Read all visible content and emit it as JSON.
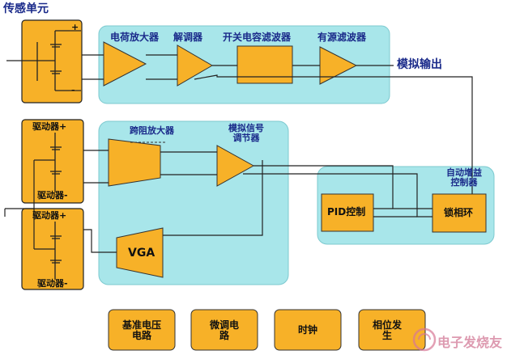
{
  "labels": {
    "sensing_unit": "传感单元",
    "charge_amp": "电荷放大器",
    "demodulator": "解调器",
    "switched_cap_filter": "开关电容滤波器",
    "active_filter": "有源滤波器",
    "analog_output": "模拟输出",
    "transimpedance_amp": "跨阻放大器",
    "analog_conditioner": "模拟信号\n调节器",
    "agc": "自动增益\n控制器",
    "pid": "PID控制",
    "pll": "锁相环",
    "vga": "VGA",
    "driver1_plus": "驱动器+",
    "driver1_minus": "驱动器-",
    "driver2_plus": "驱动器+",
    "driver2_minus": "驱动器-",
    "sense_plus": "+",
    "sense_minus": "-"
  },
  "bottom_blocks": [
    "基准电压\n电路",
    "微调电\n路",
    "时钟",
    "相位发\n生"
  ],
  "watermark": "电子发烧友",
  "colors": {
    "panel": "#a8e6ea",
    "orange": "#f7b128",
    "orange_border": "#222222",
    "label": "#1a2a8a"
  }
}
